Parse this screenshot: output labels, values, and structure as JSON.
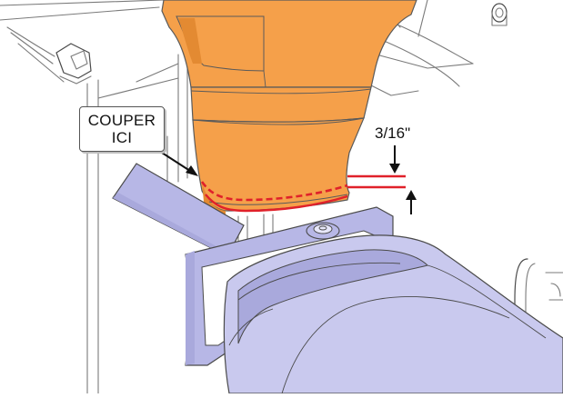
{
  "callout": {
    "lines": [
      "COUPER",
      "ICI"
    ]
  },
  "dimension": {
    "label": "3/16\""
  },
  "colors": {
    "part_top": "#f5a04a",
    "part_top_shade": "#e38a32",
    "part_bottom": "#c9c9ee",
    "part_bottom_shade": "#a9a9dc",
    "bracket": "#b7b7e6",
    "cut_line": "#e0212a",
    "outline": "#5a5a5a"
  }
}
